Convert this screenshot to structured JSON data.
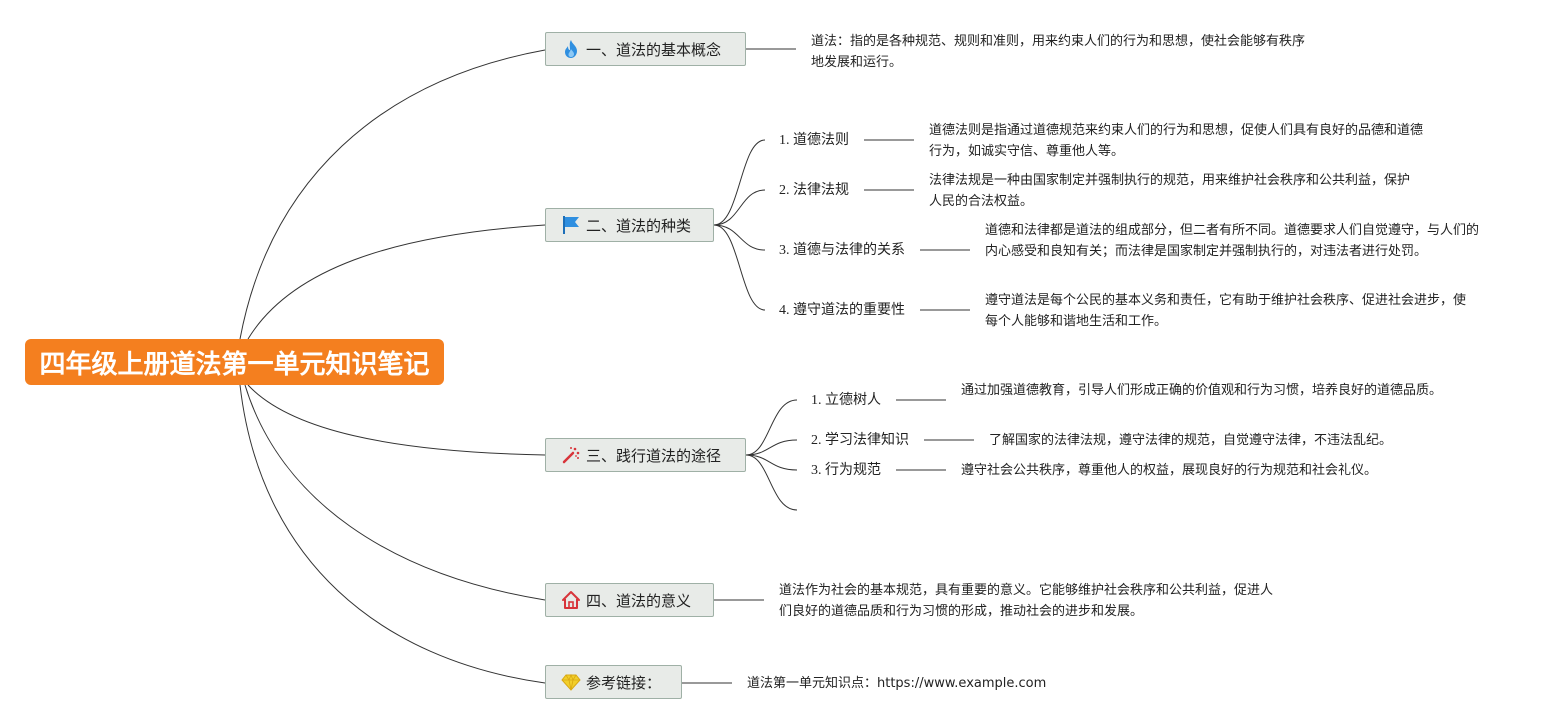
{
  "root": {
    "title": "四年级上册道法第一单元知识笔记"
  },
  "topics": [
    {
      "label": "一、道法的基本概念",
      "icon": "flame-icon",
      "note": "道法：指的是各种规范、规则和准则，用来约束人们的行为和思想，使社会能够有秩序地发展和运行。"
    },
    {
      "label": "二、道法的种类",
      "icon": "flag-icon",
      "children": [
        {
          "label": "1. 道德法则",
          "note": "道德法则是指通过道德规范来约束人们的行为和思想，促使人们具有良好的品德和道德行为，如诚实守信、尊重他人等。"
        },
        {
          "label": "2. 法律法规",
          "note": "法律法规是一种由国家制定并强制执行的规范，用来维护社会秩序和公共利益，保护人民的合法权益。"
        },
        {
          "label": "3. 道德与法律的关系",
          "note": "道德和法律都是道法的组成部分，但二者有所不同。道德要求人们自觉遵守，与人们的内心感受和良知有关；而法律是国家制定并强制执行的，对违法者进行处罚。"
        },
        {
          "label": "4. 遵守道法的重要性",
          "note": "遵守道法是每个公民的基本义务和责任，它有助于维护社会秩序、促进社会进步，使每个人能够和谐地生活和工作。"
        }
      ]
    },
    {
      "label": "三、践行道法的途径",
      "icon": "magic-wand-icon",
      "children": [
        {
          "label": "1. 立德树人",
          "note": "通过加强道德教育，引导人们形成正确的价值观和行为习惯，培养良好的道德品质。"
        },
        {
          "label": "2. 学习法律知识",
          "note": "了解国家的法律法规，遵守法律的规范，自觉遵守法律，不违法乱纪。"
        },
        {
          "label": "3. 行为规范",
          "note": "遵守社会公共秩序，尊重他人的权益，展现良好的行为规范和社会礼仪。"
        }
      ]
    },
    {
      "label": "四、道法的意义",
      "icon": "house-icon",
      "note": "道法作为社会的基本规范，具有重要的意义。它能够维护社会秩序和公共利益，促进人们良好的道德品质和行为习惯的形成，推动社会的进步和发展。"
    },
    {
      "label": "参考链接：",
      "icon": "gem-icon",
      "note": "道法第一单元知识点：https://www.example.com"
    }
  ],
  "colors": {
    "root_bg": "#f47f1f",
    "topic_bg": "#e8ebe8",
    "topic_border": "#9fb0a6",
    "flame": "#2f8fe0",
    "flag": "#2f8fe0",
    "wand": "#d8343a",
    "house": "#d8343a",
    "gem": "#f2cf2a",
    "line": "#333333"
  }
}
